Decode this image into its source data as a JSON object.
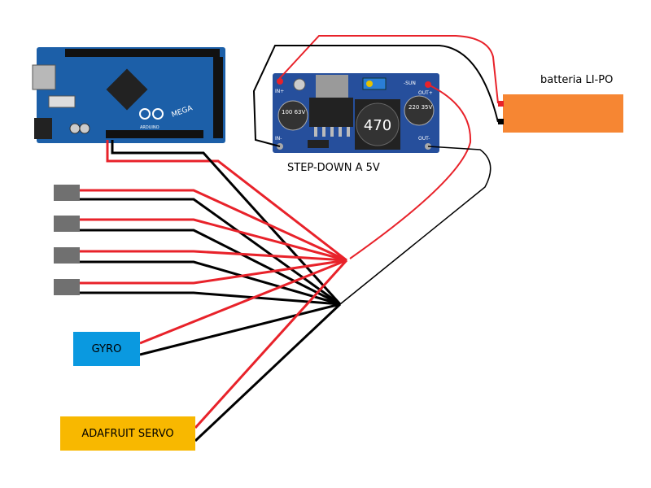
{
  "labels": {
    "battery": "batteria LI-PO",
    "stepdown": "STEP-DOWN A 5V",
    "gyro": "GYRO",
    "servo": "ADAFRUIT SERVO"
  },
  "arduino": {
    "logo_text": "MEGA",
    "brand_text": "ARDUINO"
  },
  "regulator": {
    "in_plus": "IN+",
    "in_minus": "IN-",
    "out_plus": "OUT+",
    "out_minus": "OUT-",
    "inductor_value": "470",
    "cap_left": "100 63V",
    "cap_right": "220 35V",
    "trim_label": "-SUN"
  },
  "colors": {
    "red_wire": "#e8222a",
    "black_wire": "#000000",
    "battery": "#f68633",
    "gyro": "#0a99e0",
    "servo": "#f8b800",
    "motor_connector": "#707070",
    "pcb_blue": "#1c5fa8",
    "regulator_blue": "#264f9c"
  },
  "motors": {
    "count": 4
  }
}
